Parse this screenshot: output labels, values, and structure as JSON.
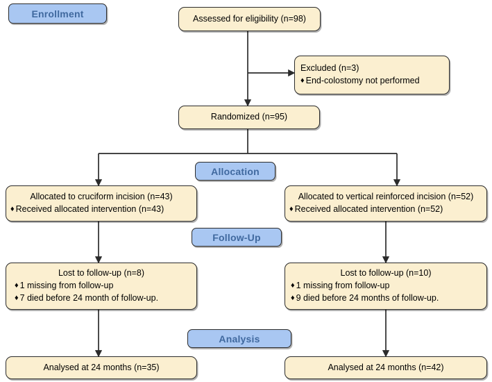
{
  "diagram": {
    "title": "CONSORT participant flow diagram",
    "colors": {
      "box_fill": "#FBEFD0",
      "box_border": "#2B2B2B",
      "stage_fill": "#A9C7F2",
      "stage_text": "#40699F",
      "connector": "#2B2B2B",
      "background": "#FFFFFF"
    }
  },
  "stages": {
    "enrollment": "Enrollment",
    "allocation": "Allocation",
    "followup": "Follow-Up",
    "analysis": "Analysis"
  },
  "nodes": {
    "assessed": {
      "title": "Assessed for eligibility (n=98)"
    },
    "excluded": {
      "title": "Excluded (n=3)",
      "bullets": [
        {
          "marker": "♦",
          "text": "End-colostomy not performed"
        }
      ]
    },
    "randomized": {
      "title": "Randomized (n=95)"
    },
    "allocation_left": {
      "title": "Allocated to cruciform incision (n=43)",
      "bullets": [
        {
          "marker": "♦",
          "text": "Received allocated intervention (n=43)"
        }
      ]
    },
    "allocation_right": {
      "title": "Allocated to vertical reinforced incision (n=52)",
      "bullets": [
        {
          "marker": "♦",
          "text": "Received allocated intervention (n=52)"
        }
      ]
    },
    "followup_left": {
      "title": "Lost to follow-up (n=8)",
      "bullets": [
        {
          "marker": "♦",
          "text": "1 missing from follow-up"
        },
        {
          "marker": "♦",
          "text": "7 died before 24 month of follow-up."
        }
      ]
    },
    "followup_right": {
      "title": "Lost to follow-up (n=10)",
      "bullets": [
        {
          "marker": "♦",
          "text": "1 missing from follow-up"
        },
        {
          "marker": "♦",
          "text": "9 died before 24 months of follow-up."
        }
      ]
    },
    "analysis_left": {
      "title": "Analysed at 24 months (n=35)"
    },
    "analysis_right": {
      "title": "Analysed at 24 months (n=42)"
    }
  },
  "chart_data": {
    "type": "diagram",
    "flow": "CONSORT",
    "counts": {
      "assessed_for_eligibility": 98,
      "excluded": 3,
      "randomized": 95,
      "allocated_cruciform": 43,
      "received_cruciform": 43,
      "allocated_vertical_reinforced": 52,
      "received_vertical_reinforced": 52,
      "lost_followup_cruciform": 8,
      "lost_followup_cruciform_missing": 1,
      "lost_followup_cruciform_died": 7,
      "lost_followup_vertical": 10,
      "lost_followup_vertical_missing": 1,
      "lost_followup_vertical_died": 9,
      "analysed_cruciform": 35,
      "analysed_vertical": 42
    }
  }
}
